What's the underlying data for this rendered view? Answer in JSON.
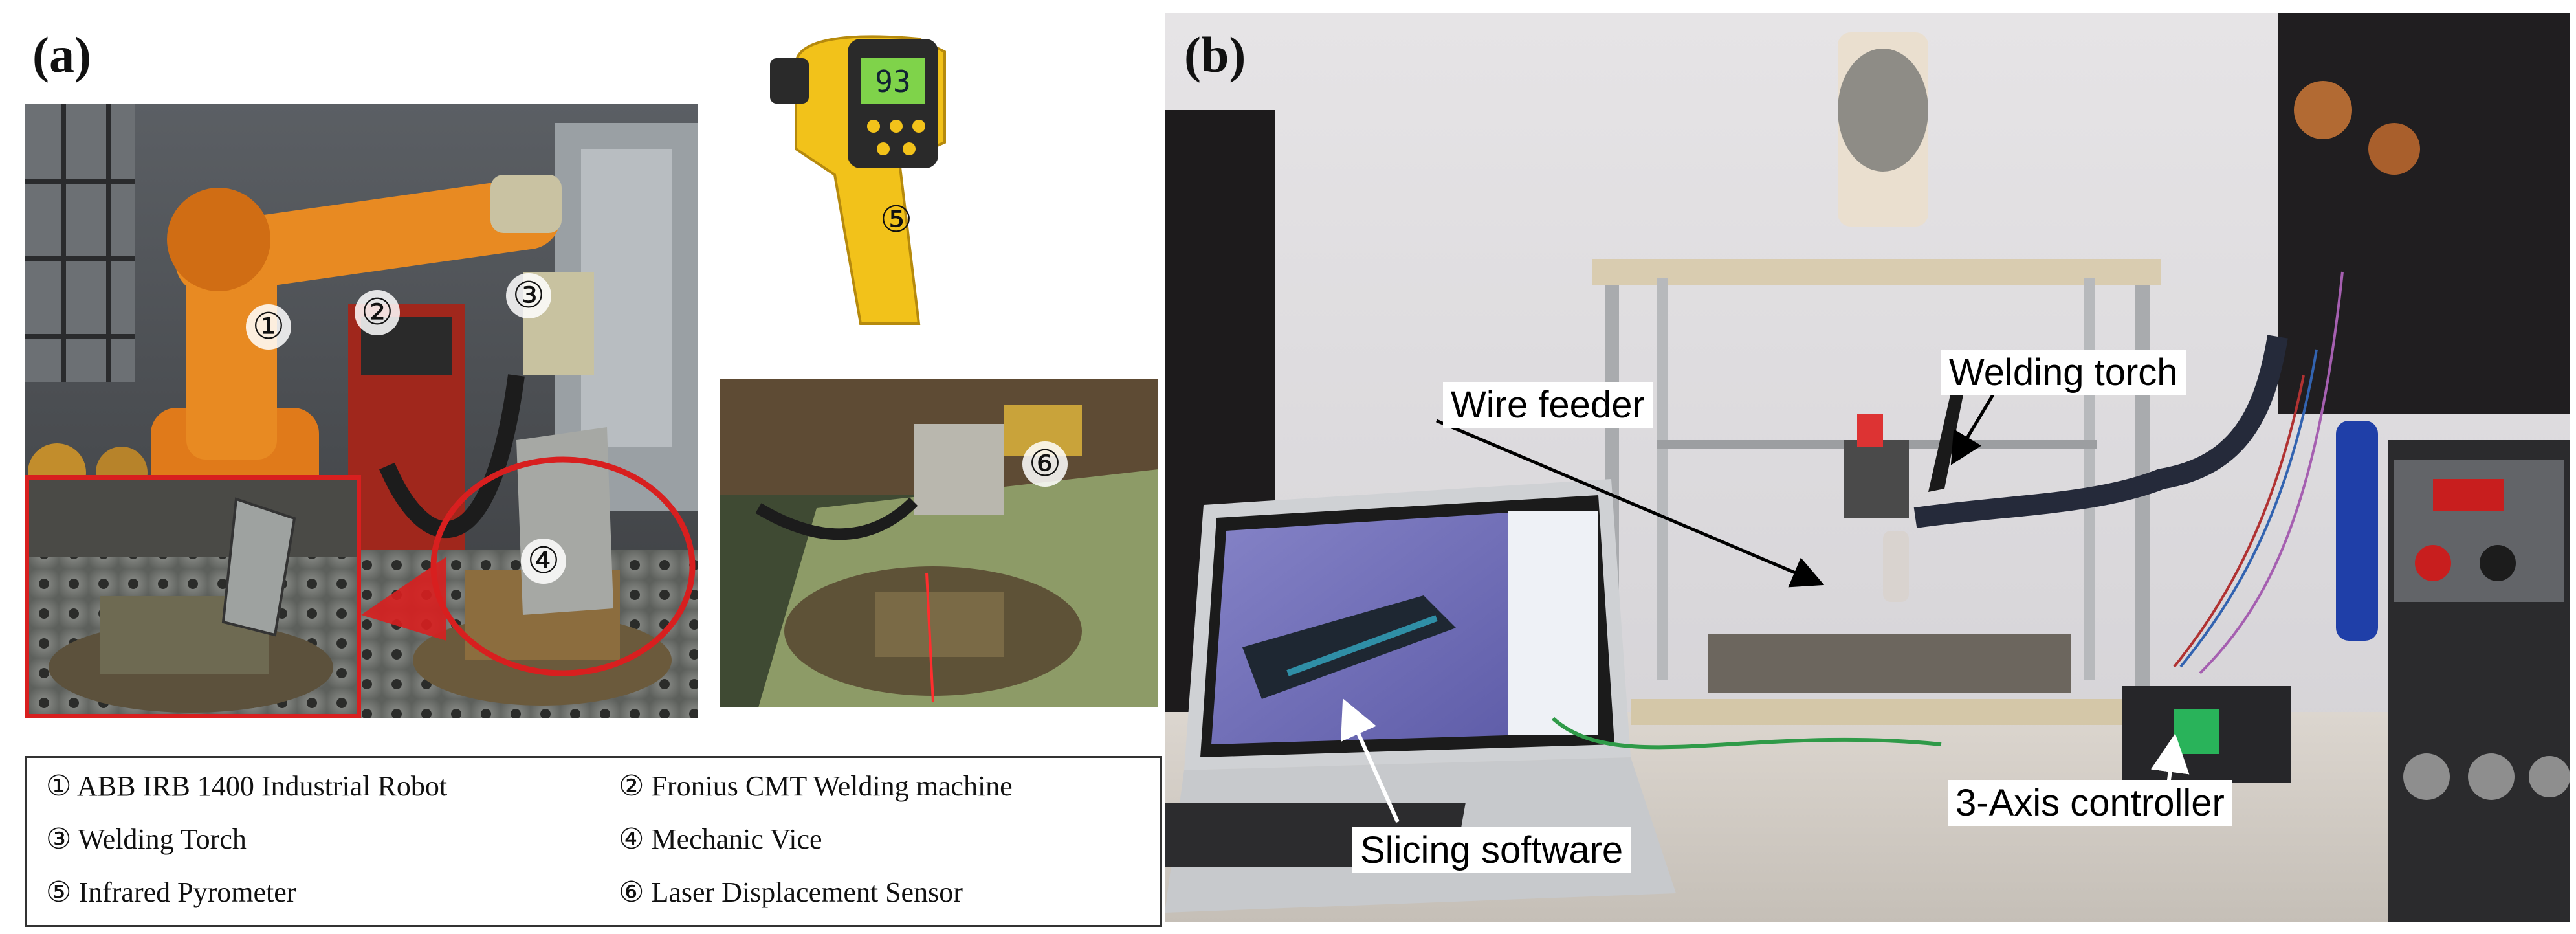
{
  "panel_a": {
    "label": "(a)",
    "markers": [
      "①",
      "②",
      "③",
      "④",
      "⑤",
      "⑥"
    ],
    "legend": [
      {
        "num": "①",
        "text": "ABB IRB 1400 Industrial Robot"
      },
      {
        "num": "②",
        "text": "Fronius CMT Welding machine"
      },
      {
        "num": "③",
        "text": "Welding Torch"
      },
      {
        "num": "④",
        "text": "Mechanic Vice"
      },
      {
        "num": "⑤",
        "text": "Infrared Pyrometer"
      },
      {
        "num": "⑥",
        "text": "Laser Displacement Sensor"
      }
    ],
    "pyrometer_display": "93"
  },
  "panel_b": {
    "label": "(b)",
    "callouts": {
      "wire_feeder": "Wire feeder",
      "welding_torch": "Welding torch",
      "slicing_software": "Slicing software",
      "controller": "3-Axis controller"
    }
  },
  "colors": {
    "robot_orange": "#e07a1a",
    "highlight_red": "#d81f1f",
    "pyrometer_yellow": "#f2c21a"
  }
}
